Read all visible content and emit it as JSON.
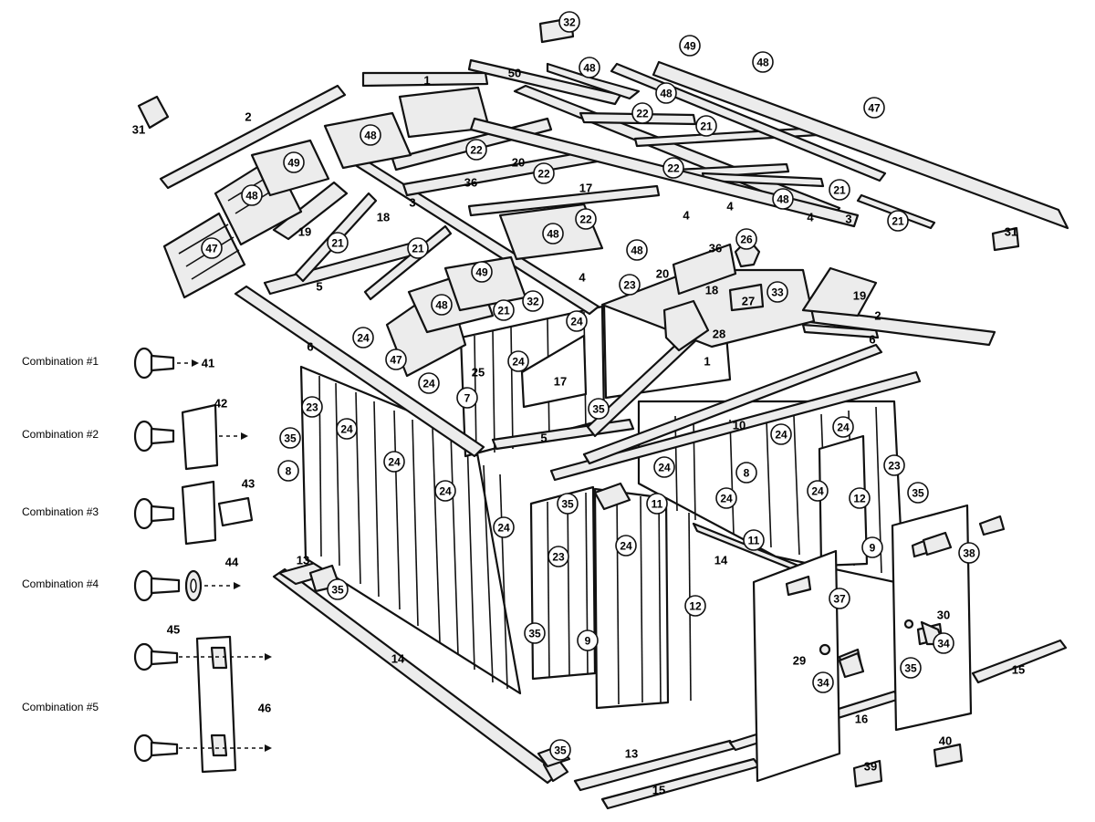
{
  "combinations": [
    {
      "label": "Combination #1",
      "parts": [
        "41"
      ]
    },
    {
      "label": "Combination #2",
      "parts": [
        "42"
      ]
    },
    {
      "label": "Combination #3",
      "parts": [
        "43"
      ]
    },
    {
      "label": "Combination #4",
      "parts": [
        "44"
      ]
    },
    {
      "label": "Combination #5",
      "parts": [
        "45",
        "46"
      ]
    }
  ],
  "callouts": [
    {
      "id": "c1",
      "text": "1",
      "circled": false
    },
    {
      "id": "c2",
      "text": "2",
      "circled": false
    },
    {
      "id": "c3",
      "text": "3",
      "circled": false
    },
    {
      "id": "c4",
      "text": "4",
      "circled": false
    },
    {
      "id": "c5",
      "text": "5",
      "circled": false
    },
    {
      "id": "c6",
      "text": "6",
      "circled": false
    },
    {
      "id": "c7",
      "text": "7",
      "circled": true
    },
    {
      "id": "c8",
      "text": "8",
      "circled": true
    },
    {
      "id": "c9",
      "text": "9",
      "circled": true
    },
    {
      "id": "c10",
      "text": "10",
      "circled": false
    },
    {
      "id": "c11",
      "text": "11",
      "circled": true
    },
    {
      "id": "c12",
      "text": "12",
      "circled": true
    },
    {
      "id": "c13",
      "text": "13",
      "circled": false
    },
    {
      "id": "c14",
      "text": "14",
      "circled": false
    },
    {
      "id": "c15",
      "text": "15",
      "circled": false
    },
    {
      "id": "c16",
      "text": "16",
      "circled": false
    },
    {
      "id": "c17",
      "text": "17",
      "circled": false
    },
    {
      "id": "c18",
      "text": "18",
      "circled": false
    },
    {
      "id": "c19",
      "text": "19",
      "circled": false
    },
    {
      "id": "c20",
      "text": "20",
      "circled": false
    },
    {
      "id": "c21",
      "text": "21",
      "circled": true
    },
    {
      "id": "c22",
      "text": "22",
      "circled": true
    },
    {
      "id": "c23",
      "text": "23",
      "circled": true
    },
    {
      "id": "c24",
      "text": "24",
      "circled": true
    },
    {
      "id": "c25",
      "text": "25",
      "circled": false
    },
    {
      "id": "c26",
      "text": "26",
      "circled": true
    },
    {
      "id": "c27",
      "text": "27",
      "circled": false
    },
    {
      "id": "c28",
      "text": "28",
      "circled": false
    },
    {
      "id": "c29",
      "text": "29",
      "circled": false
    },
    {
      "id": "c30",
      "text": "30",
      "circled": false
    },
    {
      "id": "c31",
      "text": "31",
      "circled": false
    },
    {
      "id": "c32",
      "text": "32",
      "circled": true
    },
    {
      "id": "c33",
      "text": "33",
      "circled": true
    },
    {
      "id": "c34",
      "text": "34",
      "circled": true
    },
    {
      "id": "c35",
      "text": "35",
      "circled": true
    },
    {
      "id": "c36",
      "text": "36",
      "circled": false
    },
    {
      "id": "c37",
      "text": "37",
      "circled": true
    },
    {
      "id": "c38",
      "text": "38",
      "circled": true
    },
    {
      "id": "c39",
      "text": "39",
      "circled": false
    },
    {
      "id": "c40",
      "text": "40",
      "circled": false
    },
    {
      "id": "c41",
      "text": "41",
      "circled": false
    },
    {
      "id": "c42",
      "text": "42",
      "circled": false
    },
    {
      "id": "c43",
      "text": "43",
      "circled": false
    },
    {
      "id": "c44",
      "text": "44",
      "circled": false
    },
    {
      "id": "c45",
      "text": "45",
      "circled": false
    },
    {
      "id": "c46",
      "text": "46",
      "circled": false
    },
    {
      "id": "c47",
      "text": "47",
      "circled": true
    },
    {
      "id": "c48",
      "text": "48",
      "circled": true
    },
    {
      "id": "c49",
      "text": "49",
      "circled": true
    },
    {
      "id": "c50",
      "text": "50",
      "circled": false
    }
  ]
}
